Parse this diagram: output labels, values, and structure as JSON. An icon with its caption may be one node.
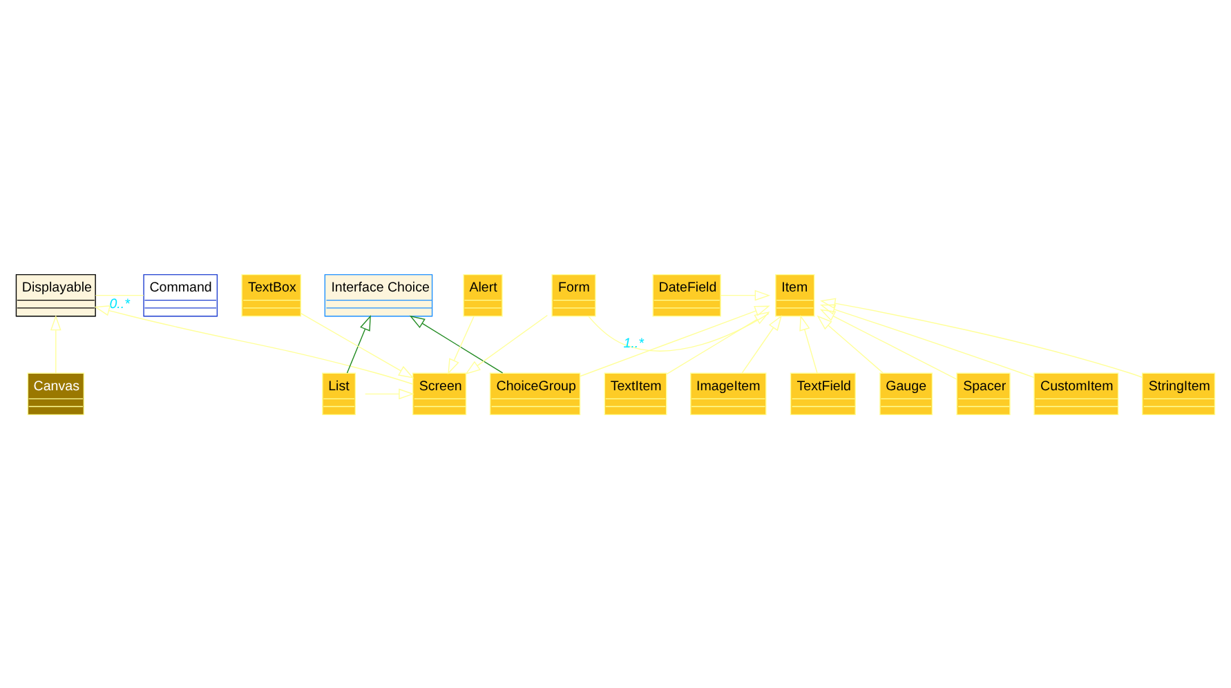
{
  "diagram": {
    "nodes": [
      {
        "text": [
          "Displayable"
        ]
      },
      {
        "text": [
          "Command"
        ]
      },
      {
        "text": [
          "Interface Choice"
        ]
      },
      {
        "text": [
          "Canvas"
        ]
      },
      {
        "text": [
          "Screen"
        ]
      },
      {
        "text": [
          "List"
        ]
      },
      {
        "text": [
          "ChoiceGroup"
        ]
      },
      {
        "text": [
          "Gauge"
        ]
      },
      {
        "text": [
          "TextBox"
        ]
      },
      {
        "text": [
          "Alert"
        ]
      },
      {
        "text": [
          "Form"
        ]
      },
      {
        "text": [
          "Item"
        ]
      },
      {
        "text": [
          "DateField"
        ]
      },
      {
        "text": [
          "Spacer"
        ]
      },
      {
        "text": [
          "CustomItem"
        ]
      },
      {
        "text": [
          "StringItem"
        ]
      },
      {
        "text": [
          "TextItem"
        ]
      },
      {
        "text": [
          "ImageItem"
        ]
      },
      {
        "text": [
          "TextField"
        ]
      }
    ],
    "edges": [
      {
        "from": 0,
        "to": 1,
        "arrow": "none",
        "label": "0..*"
      },
      {
        "from": 3,
        "to": 0,
        "arrow": "to"
      },
      {
        "from": 4,
        "to": 0,
        "arrow": "to"
      },
      {
        "from": 5,
        "to": 4,
        "arrow": "to"
      },
      {
        "from": 5,
        "to": 2,
        "arrow": "to",
        "color": "#228b22"
      },
      {
        "from": 6,
        "to": 2,
        "arrow": "to",
        "color": "#228b22"
      },
      {
        "from": 8,
        "to": 4,
        "arrow": "to"
      },
      {
        "from": 9,
        "to": 4,
        "arrow": "to"
      },
      {
        "from": 10,
        "to": 4,
        "arrow": "to"
      },
      {
        "from": 6,
        "to": 11,
        "arrow": "to"
      },
      {
        "from": 7,
        "to": 11,
        "arrow": "to"
      },
      {
        "from": 12,
        "to": 11,
        "arrow": "to"
      },
      {
        "from": 10,
        "to": 11,
        "arrow": "none",
        "label": "1..*"
      },
      {
        "from": 13,
        "to": 11,
        "arrow": "to"
      },
      {
        "from": 14,
        "to": 11,
        "arrow": "to"
      },
      {
        "from": 15,
        "to": 11,
        "arrow": "to"
      },
      {
        "from": 16,
        "to": 11,
        "arrow": "to"
      },
      {
        "from": 17,
        "to": 11,
        "arrow": "to"
      },
      {
        "from": 18,
        "to": 11,
        "arrow": "to"
      }
    ]
  }
}
